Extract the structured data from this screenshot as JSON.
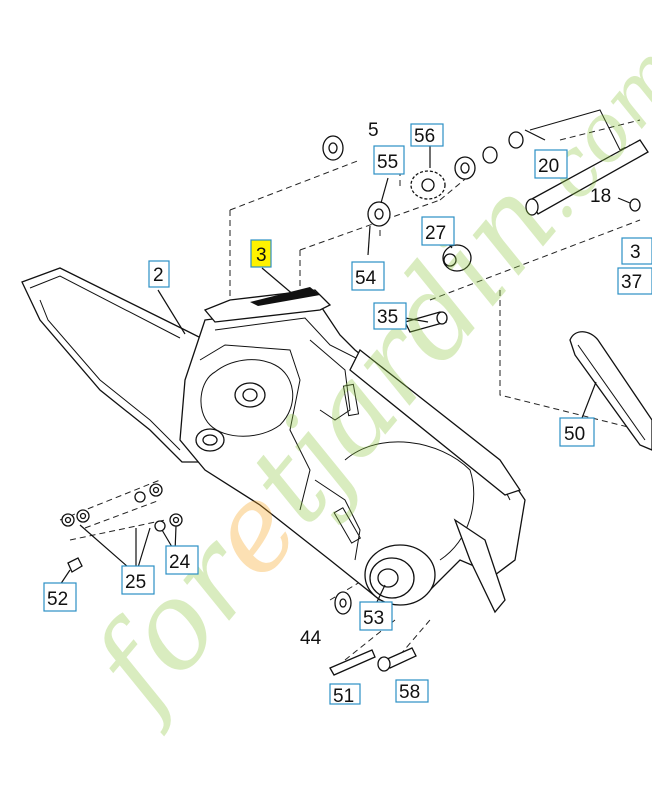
{
  "callouts": [
    {
      "id": "c2",
      "text": "2"
    },
    {
      "id": "c3",
      "text": "3"
    },
    {
      "id": "c18",
      "text": "18"
    },
    {
      "id": "c20",
      "text": "20"
    },
    {
      "id": "c24",
      "text": "24"
    },
    {
      "id": "c25",
      "text": "25"
    },
    {
      "id": "c27",
      "text": "27"
    },
    {
      "id": "c35",
      "text": "35"
    },
    {
      "id": "c37",
      "text": "37"
    },
    {
      "id": "c44",
      "text": "44"
    },
    {
      "id": "c50",
      "text": "50"
    },
    {
      "id": "c51",
      "text": "51"
    },
    {
      "id": "c52",
      "text": "52"
    },
    {
      "id": "c53",
      "text": "53"
    },
    {
      "id": "c54",
      "text": "54"
    },
    {
      "id": "c55",
      "text": "55"
    },
    {
      "id": "c56",
      "text": "56"
    },
    {
      "id": "c58",
      "text": "58"
    },
    {
      "id": "c5",
      "text": "5"
    },
    {
      "id": "c3b",
      "text": "3"
    }
  ],
  "labels": {
    "l2": "2",
    "l3": "3",
    "l18": "18",
    "l20": "20",
    "l24": "24",
    "l25": "25",
    "l27": "27",
    "l35": "35",
    "l37": "37",
    "l44": "44",
    "l50": "50",
    "l51": "51",
    "l52": "52",
    "l53": "53",
    "l54": "54",
    "l55": "55",
    "l56": "56",
    "l58": "58",
    "l5": "5",
    "l3b": "3"
  },
  "watermark": {
    "text": "foretjardin.com",
    "colors": [
      "#8dc63f",
      "#f7a21b"
    ]
  },
  "highlight_color": "#fff200",
  "callout_border_color": "#2b8fc4"
}
